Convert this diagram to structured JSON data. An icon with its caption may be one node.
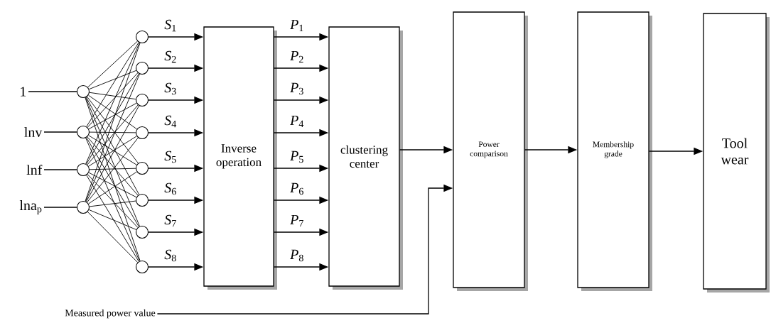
{
  "diagram": {
    "nodes": [
      {
        "text": [
          "1"
        ]
      },
      {
        "text": [
          "lnv"
        ]
      },
      {
        "text": [
          "lnf"
        ]
      },
      {
        "text": [
          "lna$_{p}$"
        ]
      },
      {
        "text": [],
        "shape": "circle"
      },
      {
        "text": [],
        "shape": "circle"
      },
      {
        "text": [],
        "shape": "circle"
      },
      {
        "text": [],
        "shape": "circle"
      },
      {
        "text": [],
        "shape": "circle"
      },
      {
        "text": [],
        "shape": "circle"
      },
      {
        "text": [],
        "shape": "circle"
      },
      {
        "text": [],
        "shape": "circle"
      },
      {
        "text": [],
        "shape": "circle"
      },
      {
        "text": [],
        "shape": "circle"
      },
      {
        "text": [],
        "shape": "circle"
      },
      {
        "text": [],
        "shape": "circle"
      },
      {
        "text": [
          "Inverse operation"
        ]
      },
      {
        "text": [
          "clustering center"
        ]
      },
      {
        "text": [
          "Power comparison"
        ]
      },
      {
        "text": [
          "Membership grade"
        ]
      },
      {
        "text": [
          "Tool wear"
        ]
      },
      {
        "text": [
          "Measured power value"
        ]
      }
    ],
    "edges": [
      {
        "from": 0,
        "to": 4,
        "arrow": "none"
      },
      {
        "from": 1,
        "to": 5,
        "arrow": "none"
      },
      {
        "from": 2,
        "to": 6,
        "arrow": "none"
      },
      {
        "from": 3,
        "to": 7,
        "arrow": "none"
      },
      {
        "from": 4,
        "to": 8,
        "arrow": "none"
      },
      {
        "from": 4,
        "to": 9,
        "arrow": "none"
      },
      {
        "from": 4,
        "to": 10,
        "arrow": "none"
      },
      {
        "from": 4,
        "to": 11,
        "arrow": "none"
      },
      {
        "from": 4,
        "to": 12,
        "arrow": "none"
      },
      {
        "from": 4,
        "to": 13,
        "arrow": "none"
      },
      {
        "from": 4,
        "to": 14,
        "arrow": "none"
      },
      {
        "from": 4,
        "to": 15,
        "arrow": "none"
      },
      {
        "from": 5,
        "to": 8,
        "arrow": "none"
      },
      {
        "from": 5,
        "to": 9,
        "arrow": "none"
      },
      {
        "from": 5,
        "to": 10,
        "arrow": "none"
      },
      {
        "from": 5,
        "to": 11,
        "arrow": "none"
      },
      {
        "from": 5,
        "to": 12,
        "arrow": "none"
      },
      {
        "from": 5,
        "to": 13,
        "arrow": "none"
      },
      {
        "from": 5,
        "to": 14,
        "arrow": "none"
      },
      {
        "from": 5,
        "to": 15,
        "arrow": "none"
      },
      {
        "from": 6,
        "to": 8,
        "arrow": "none"
      },
      {
        "from": 6,
        "to": 9,
        "arrow": "none"
      },
      {
        "from": 6,
        "to": 10,
        "arrow": "none"
      },
      {
        "from": 6,
        "to": 11,
        "arrow": "none"
      },
      {
        "from": 6,
        "to": 12,
        "arrow": "none"
      },
      {
        "from": 6,
        "to": 13,
        "arrow": "none"
      },
      {
        "from": 6,
        "to": 14,
        "arrow": "none"
      },
      {
        "from": 6,
        "to": 15,
        "arrow": "none"
      },
      {
        "from": 7,
        "to": 8,
        "arrow": "none"
      },
      {
        "from": 7,
        "to": 9,
        "arrow": "none"
      },
      {
        "from": 7,
        "to": 10,
        "arrow": "none"
      },
      {
        "from": 7,
        "to": 11,
        "arrow": "none"
      },
      {
        "from": 7,
        "to": 12,
        "arrow": "none"
      },
      {
        "from": 7,
        "to": 13,
        "arrow": "none"
      },
      {
        "from": 7,
        "to": 14,
        "arrow": "none"
      },
      {
        "from": 7,
        "to": 15,
        "arrow": "none"
      },
      {
        "from": 8,
        "to": 16,
        "arrow": "to",
        "label": "*S*$_{1}$"
      },
      {
        "from": 9,
        "to": 16,
        "arrow": "to",
        "label": "*S*$_{2}$"
      },
      {
        "from": 10,
        "to": 16,
        "arrow": "to",
        "label": "*S*$_{3}$"
      },
      {
        "from": 11,
        "to": 16,
        "arrow": "to",
        "label": "*S*$_{4}$"
      },
      {
        "from": 12,
        "to": 16,
        "arrow": "to",
        "label": "*S*$_{5}$"
      },
      {
        "from": 13,
        "to": 16,
        "arrow": "to",
        "label": "*S*$_{6}$"
      },
      {
        "from": 14,
        "to": 16,
        "arrow": "to",
        "label": "*S*$_{7}$"
      },
      {
        "from": 15,
        "to": 16,
        "arrow": "to",
        "label": "*S*$_{8}$"
      },
      {
        "from": 16,
        "to": 17,
        "arrow": "to",
        "label": "*P*$_{1}$"
      },
      {
        "from": 16,
        "to": 17,
        "arrow": "to",
        "label": "*P*$_{2}$"
      },
      {
        "from": 16,
        "to": 17,
        "arrow": "to",
        "label": "*P*$_{3}$"
      },
      {
        "from": 16,
        "to": 17,
        "arrow": "to",
        "label": "*P*$_{4}$"
      },
      {
        "from": 16,
        "to": 17,
        "arrow": "to",
        "label": "*P*$_{5}$"
      },
      {
        "from": 16,
        "to": 17,
        "arrow": "to",
        "label": "*P*$_{6}$"
      },
      {
        "from": 16,
        "to": 17,
        "arrow": "to",
        "label": "*P*$_{7}$"
      },
      {
        "from": 16,
        "to": 17,
        "arrow": "to",
        "label": "*P*$_{8}$"
      },
      {
        "from": 17,
        "to": 18,
        "arrow": "to"
      },
      {
        "from": 21,
        "to": 18,
        "arrow": "to"
      },
      {
        "from": 18,
        "to": 19,
        "arrow": "to"
      },
      {
        "from": 19,
        "to": 20,
        "arrow": "to"
      }
    ]
  }
}
